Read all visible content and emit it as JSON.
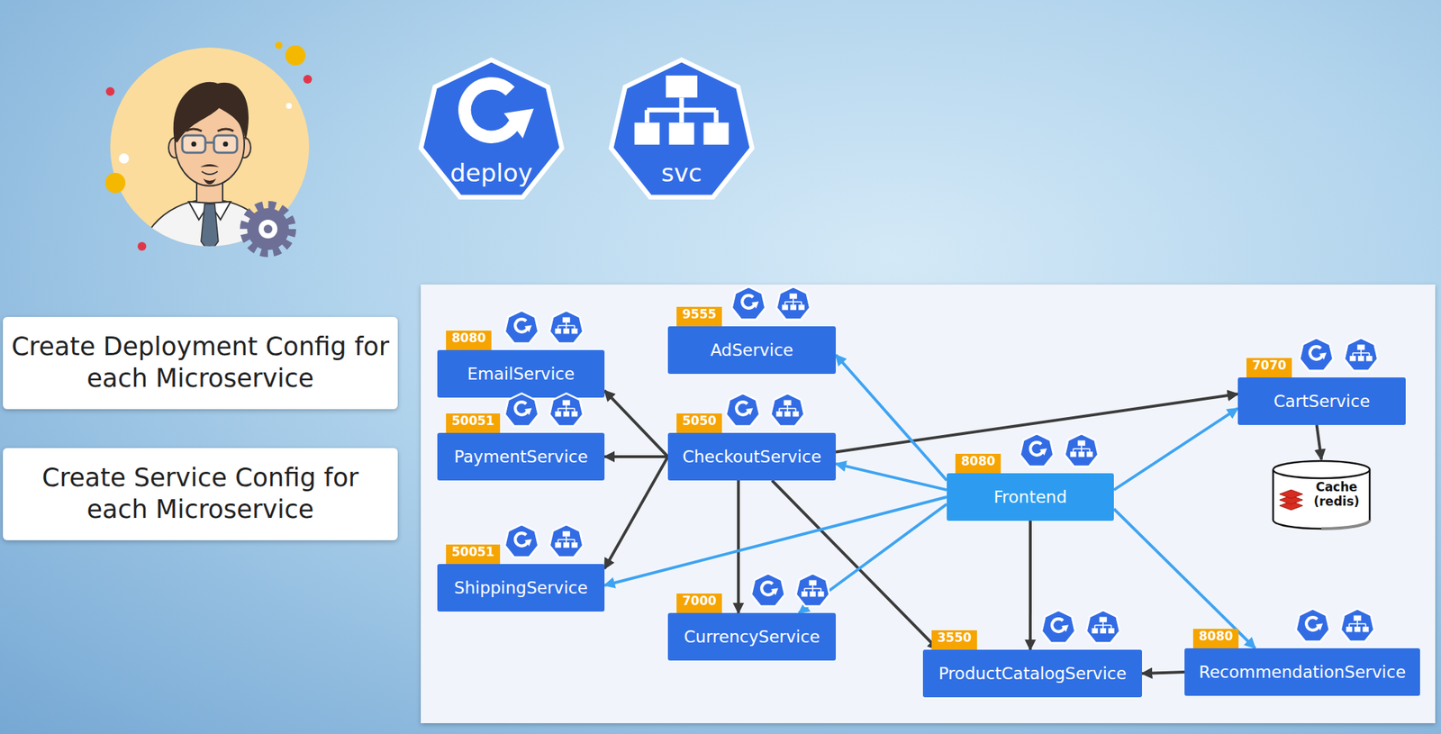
{
  "diagram": {
    "nodes": [
      {
        "text": [
          "deploy"
        ]
      },
      {
        "text": [
          "svc"
        ]
      },
      {
        "text": [
          "Create Deployment Config for each Microservice"
        ]
      },
      {
        "text": [
          "Create Service Config for each Microservice"
        ]
      },
      {
        "text": [
          "AdService",
          "9555"
        ]
      },
      {
        "text": [
          "EmailService",
          "8080"
        ]
      },
      {
        "text": [
          "CartService",
          "7070"
        ]
      },
      {
        "text": [
          "PaymentService",
          "50051"
        ]
      },
      {
        "text": [
          "CheckoutService",
          "5050"
        ]
      },
      {
        "text": [
          "Frontend",
          "8080"
        ]
      },
      {
        "text": [
          "Cache (redis)"
        ]
      },
      {
        "text": [
          "ShippingService",
          "50051"
        ]
      },
      {
        "text": [
          "CurrencyService",
          "7000"
        ]
      },
      {
        "text": [
          "ProductCatalogService",
          "3550"
        ]
      },
      {
        "text": [
          "RecommendationService",
          "8080"
        ]
      }
    ],
    "edges": [
      {
        "from": 8,
        "to": 5,
        "arrow": "to"
      },
      {
        "from": 8,
        "to": 7,
        "arrow": "to"
      },
      {
        "from": 8,
        "to": 11,
        "arrow": "to"
      },
      {
        "from": 8,
        "to": 6,
        "arrow": "to"
      },
      {
        "from": 8,
        "to": 12,
        "arrow": "to"
      },
      {
        "from": 8,
        "to": 13,
        "arrow": "to"
      },
      {
        "from": 9,
        "to": 4,
        "arrow": "to"
      },
      {
        "from": 9,
        "to": 8,
        "arrow": "to"
      },
      {
        "from": 9,
        "to": 11,
        "arrow": "to"
      },
      {
        "from": 9,
        "to": 12,
        "arrow": "to"
      },
      {
        "from": 9,
        "to": 6,
        "arrow": "to"
      },
      {
        "from": 9,
        "to": 14,
        "arrow": "to"
      },
      {
        "from": 9,
        "to": 13,
        "arrow": "to"
      },
      {
        "from": 6,
        "to": 10,
        "arrow": "to"
      },
      {
        "from": 14,
        "to": 13,
        "arrow": "to"
      }
    ]
  }
}
